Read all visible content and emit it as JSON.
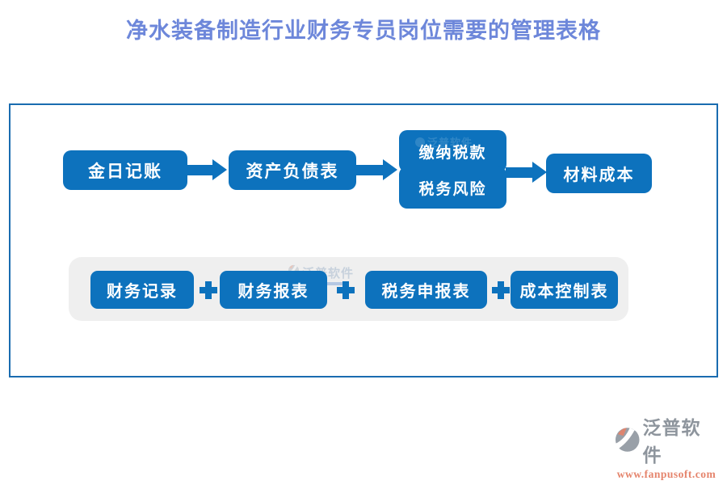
{
  "title": "净水装备制造行业财务专员岗位需要的管理表格",
  "flow": {
    "nodes": [
      {
        "label": "金日记账"
      },
      {
        "label": "资产负债表"
      },
      {
        "label": "缴纳税款"
      },
      {
        "label": "税务风险"
      },
      {
        "label": "材料成本"
      }
    ]
  },
  "summary": {
    "separator": "+",
    "items": [
      {
        "label": "财务记录"
      },
      {
        "label": "财务报表"
      },
      {
        "label": "税务申报表"
      },
      {
        "label": "成本控制表"
      }
    ]
  },
  "watermarks": {
    "flow_brand": "泛普软件",
    "panel_brand": "泛普软件"
  },
  "footer": {
    "brand": "泛普软件",
    "url": "www.fanpusoft.com"
  },
  "colors": {
    "node_blue": "#0D72BD",
    "title_blue": "#6D87DA",
    "frame_border": "#1A6CB0",
    "panel_gray": "#EFEFEF",
    "brand_gray": "#8E959D",
    "brand_orange": "#E5846C"
  }
}
